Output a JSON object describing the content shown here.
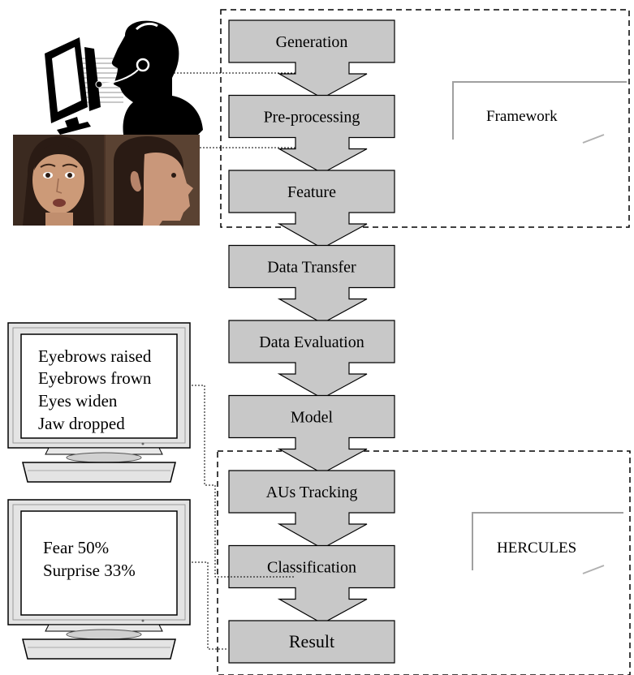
{
  "stages": [
    {
      "id": "generation",
      "label": "Generation"
    },
    {
      "id": "pre-processing",
      "label": "Pre-processing"
    },
    {
      "id": "feature",
      "label": "Feature"
    },
    {
      "id": "data-transfer",
      "label": "Data Transfer"
    },
    {
      "id": "data-evaluation",
      "label": "Data Evaluation"
    },
    {
      "id": "model",
      "label": "Model"
    },
    {
      "id": "aus-tracking",
      "label": "AUs Tracking"
    },
    {
      "id": "classification",
      "label": "Classification"
    },
    {
      "id": "result",
      "label": "Result"
    }
  ],
  "groups": {
    "framework": {
      "label": "Framework"
    },
    "hercules": {
      "label": "HERCULES"
    }
  },
  "monitors": {
    "features": {
      "lines": [
        "Eyebrows raised",
        "Eyebrows frown",
        "Eyes widen",
        "Jaw dropped"
      ]
    },
    "result": {
      "lines": [
        "Fear 50%",
        "Surprise 33%"
      ]
    }
  },
  "colors": {
    "stage_fill": "#c8c8c8",
    "stage_stroke": "#000000",
    "callout_stroke": "#a0a0a0"
  }
}
